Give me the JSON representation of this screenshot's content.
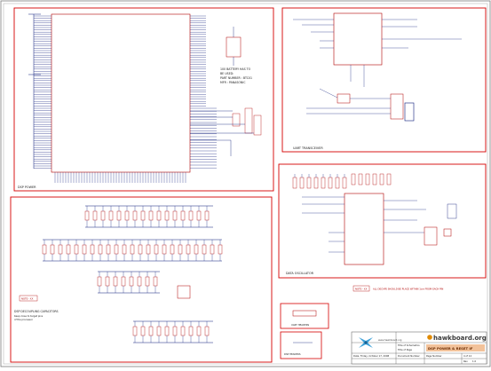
{
  "sheet": {
    "colors": {
      "frame": "#d40000",
      "wire": "#0b1a7a",
      "text": "#1a1a1a",
      "part": "#b00000"
    }
  },
  "blocks": {
    "dsp_power": {
      "title": "DSP POWER"
    },
    "uart": {
      "title": "UART TRANSCEIVER"
    },
    "data_osc": {
      "title": "DATA OSCILLATOR"
    },
    "decoupling": {
      "title": "DSP DECOUPLING CAPACITORS",
      "note1": "Keep close to target pins",
      "note2": "of the processor"
    },
    "uart_hdr": {
      "title": "UART HEADERS"
    },
    "dsp_hdr": {
      "title": "DSP HEADERS"
    }
  },
  "notes": {
    "battery1": "100 BATTERY HAS TO",
    "battery2": "BE USED:",
    "battery3": "PART NUMBER : BTC01",
    "battery4": "MFR : PANASONIC",
    "main_note": "NOTE - XX",
    "main_note_text": "ALL DECAPS SHOULD BE PLACE WITHIN 1cm FROM EACH PIN",
    "note_left": "NOTE - XX"
  },
  "title_block": {
    "company": "hawkboard.org",
    "site": "www.hawkboard.org",
    "project": "DSP POWER & RESET IF",
    "row1_a": "Title of Schematics",
    "row1_b": "Title of Page",
    "row2_a": "Date: Friday, October 17, 2008",
    "rev_label": "Rev",
    "rev": "1.0",
    "doc_label": "Document Number",
    "sheet_label": "Page Number",
    "sheet": "4 of 12"
  }
}
